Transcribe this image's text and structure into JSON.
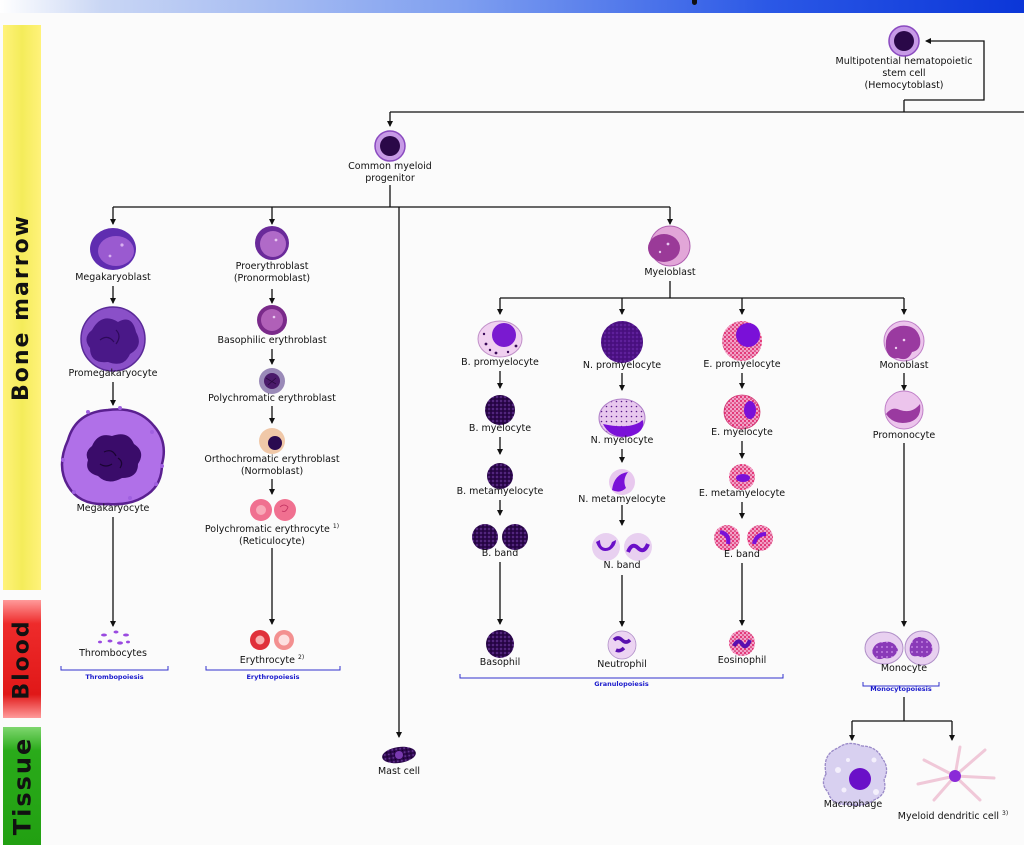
{
  "bands": {
    "bone_marrow": "Bone marrow",
    "blood": "Blood",
    "tissue": "Tissue"
  },
  "cells": {
    "stem_cell": [
      "Multipotential hematopoietic",
      "stem cell",
      "(Hemocytoblast)"
    ],
    "common_myeloid": [
      "Common myeloid",
      "progenitor"
    ],
    "megakaryoblast": "Megakaryoblast",
    "promegakaryocyte": "Promegakaryocyte",
    "megakaryocyte": "Megakaryocyte",
    "thrombocytes": "Thrombocytes",
    "proerythroblast": [
      "Proerythroblast",
      "(Pronormoblast)"
    ],
    "basophilic_erythroblast": "Basophilic erythroblast",
    "polychromatic_erythroblast": "Polychromatic erythroblast",
    "orthochromatic_erythroblast": [
      "Orthochromatic erythroblast",
      "(Normoblast)"
    ],
    "polychromatic_erythrocyte": [
      "Polychromatic erythrocyte",
      "(Reticulocyte)"
    ],
    "polychromatic_erythrocyte_note": "1)",
    "erythrocyte": "Erythrocyte",
    "erythrocyte_note": "2)",
    "mast_cell": "Mast cell",
    "myeloblast": "Myeloblast",
    "b_promyelocyte": "B. promyelocyte",
    "b_myelocyte": "B. myelocyte",
    "b_metamyelocyte": "B. metamyelocyte",
    "b_band": "B. band",
    "basophil": "Basophil",
    "n_promyelocyte": "N. promyelocyte",
    "n_myelocyte": "N. myelocyte",
    "n_metamyelocyte": "N. metamyelocyte",
    "n_band": "N. band",
    "neutrophil": "Neutrophil",
    "e_promyelocyte": "E. promyelocyte",
    "e_myelocyte": "E. myelocyte",
    "e_metamyelocyte": "E. metamyelocyte",
    "e_band": "E. band",
    "eosinophil": "Eosinophil",
    "monoblast": "Monoblast",
    "promonocyte": "Promonocyte",
    "monocyte": "Monocyte",
    "macrophage": "Macrophage",
    "myeloid_dendritic_cell": "Myeloid dendritic cell",
    "myeloid_dendritic_cell_note": "3)"
  },
  "groups": {
    "thrombopoiesis": "Thrombopoiesis",
    "erythropoiesis": "Erythropoiesis",
    "granulopoiesis": "Granulopoiesis",
    "monocytopoiesis": "Monocytopoiesis"
  },
  "colors": {
    "nucleus_dark": "#3a0a5e",
    "nucleus_purple": "#5b1fa0",
    "cytoplasm_violet": "#a66ad8",
    "cytoplasm_pink": "#e0a6d6",
    "erythrocyte_red": "#e23a55",
    "granule_red": "#e01860",
    "group_blue": "#1a1acc",
    "band_yellow": "#f6ef6a",
    "band_red": "#e52222",
    "band_green": "#2aab1a"
  }
}
